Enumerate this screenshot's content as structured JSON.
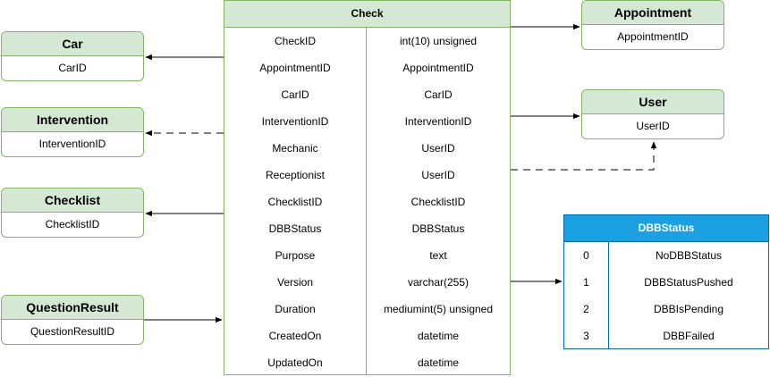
{
  "check": {
    "title": "Check",
    "rows": [
      {
        "field": "CheckID",
        "type": "int(10) unsigned"
      },
      {
        "field": "AppointmentID",
        "type": "AppointmentID"
      },
      {
        "field": "CarID",
        "type": "CarID"
      },
      {
        "field": "InterventionID",
        "type": "InterventionID"
      },
      {
        "field": "Mechanic",
        "type": "UserID"
      },
      {
        "field": "Receptionist",
        "type": "UserID"
      },
      {
        "field": "ChecklistID",
        "type": "ChecklistID"
      },
      {
        "field": "DBBStatus",
        "type": "DBBStatus"
      },
      {
        "field": "Purpose",
        "type": "text"
      },
      {
        "field": "Version",
        "type": "varchar(255)"
      },
      {
        "field": "Duration",
        "type": "mediumint(5) unsigned"
      },
      {
        "field": "CreatedOn",
        "type": "datetime"
      },
      {
        "field": "UpdatedOn",
        "type": "datetime"
      }
    ]
  },
  "car": {
    "title": "Car",
    "field": "CarID"
  },
  "intervention": {
    "title": "Intervention",
    "field": "InterventionID"
  },
  "checklist": {
    "title": "Checklist",
    "field": "ChecklistID"
  },
  "question_result": {
    "title": "QuestionResult",
    "field": "QuestionResultID"
  },
  "appointment": {
    "title": "Appointment",
    "field": "AppointmentID"
  },
  "user": {
    "title": "User",
    "field": "UserID"
  },
  "dbb_status": {
    "title": "DBBStatus",
    "rows": [
      {
        "value": "0",
        "name": "NoDBBStatus"
      },
      {
        "value": "1",
        "name": "DBBStatusPushed"
      },
      {
        "value": "2",
        "name": "DBBIsPending"
      },
      {
        "value": "3",
        "name": "DBBFailed"
      }
    ]
  },
  "colors": {
    "entity_fill": "#d5e8d4",
    "entity_border": "#82b366",
    "enum_header": "#1ba1e2",
    "enum_border": "#006eaf"
  }
}
